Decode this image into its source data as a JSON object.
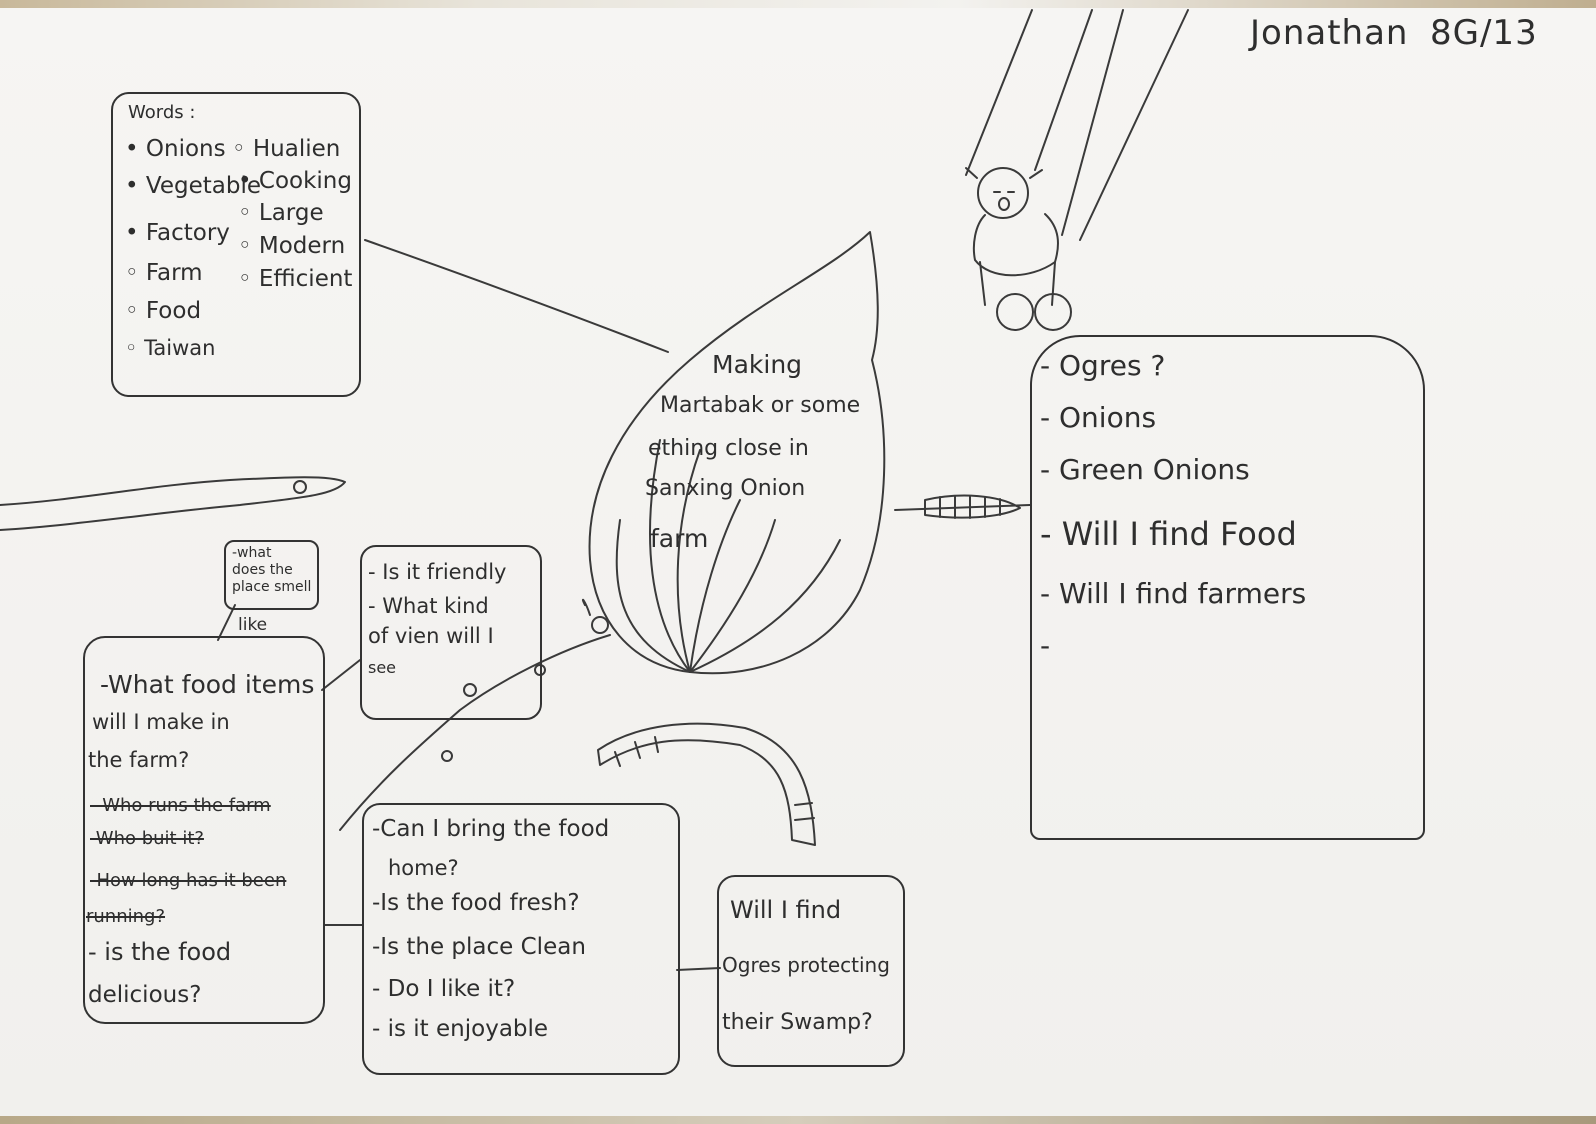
{
  "author": {
    "name": "Jonathan",
    "class": "8G/13"
  },
  "words_box": {
    "title": "Words :",
    "left": [
      "Onions",
      "Vegetable",
      "Factory",
      "Farm",
      "Food",
      "Taiwan"
    ],
    "right": [
      "Hualien",
      "Cooking",
      "Large",
      "Modern",
      "Efficient"
    ]
  },
  "center": {
    "lines": [
      "Making",
      "Martabak or some",
      "ething close in",
      "Sanxing Onion",
      "farm"
    ]
  },
  "right_box": {
    "lines": [
      "Ogres ?",
      "Onions",
      "Green Onions",
      "Will I find Food",
      "Will I find farmers",
      ""
    ]
  },
  "smell_box": {
    "lines": [
      "-what",
      "does the",
      "place smell",
      "like"
    ]
  },
  "friendly_box": {
    "lines": [
      "- Is it friendly",
      "- What kind",
      "of vien will I",
      "see"
    ]
  },
  "food_items_box": {
    "lines": [
      "-What food items",
      "will I make in",
      "the farm?"
    ],
    "struck": [
      "- Who runs the farm",
      "-Who buit it?",
      "-How long has it been",
      "running?"
    ],
    "tail": [
      "- is the food",
      "delicious?"
    ]
  },
  "bring_box": {
    "lines": [
      "-Can I bring the food",
      "home?",
      "-Is the food fresh?",
      "-Is the place Clean",
      "- Do I like it?",
      "- is it enjoyable"
    ]
  },
  "ogres_box": {
    "lines": [
      "Will I find",
      "Ogres protecting",
      "their Swamp?"
    ]
  }
}
